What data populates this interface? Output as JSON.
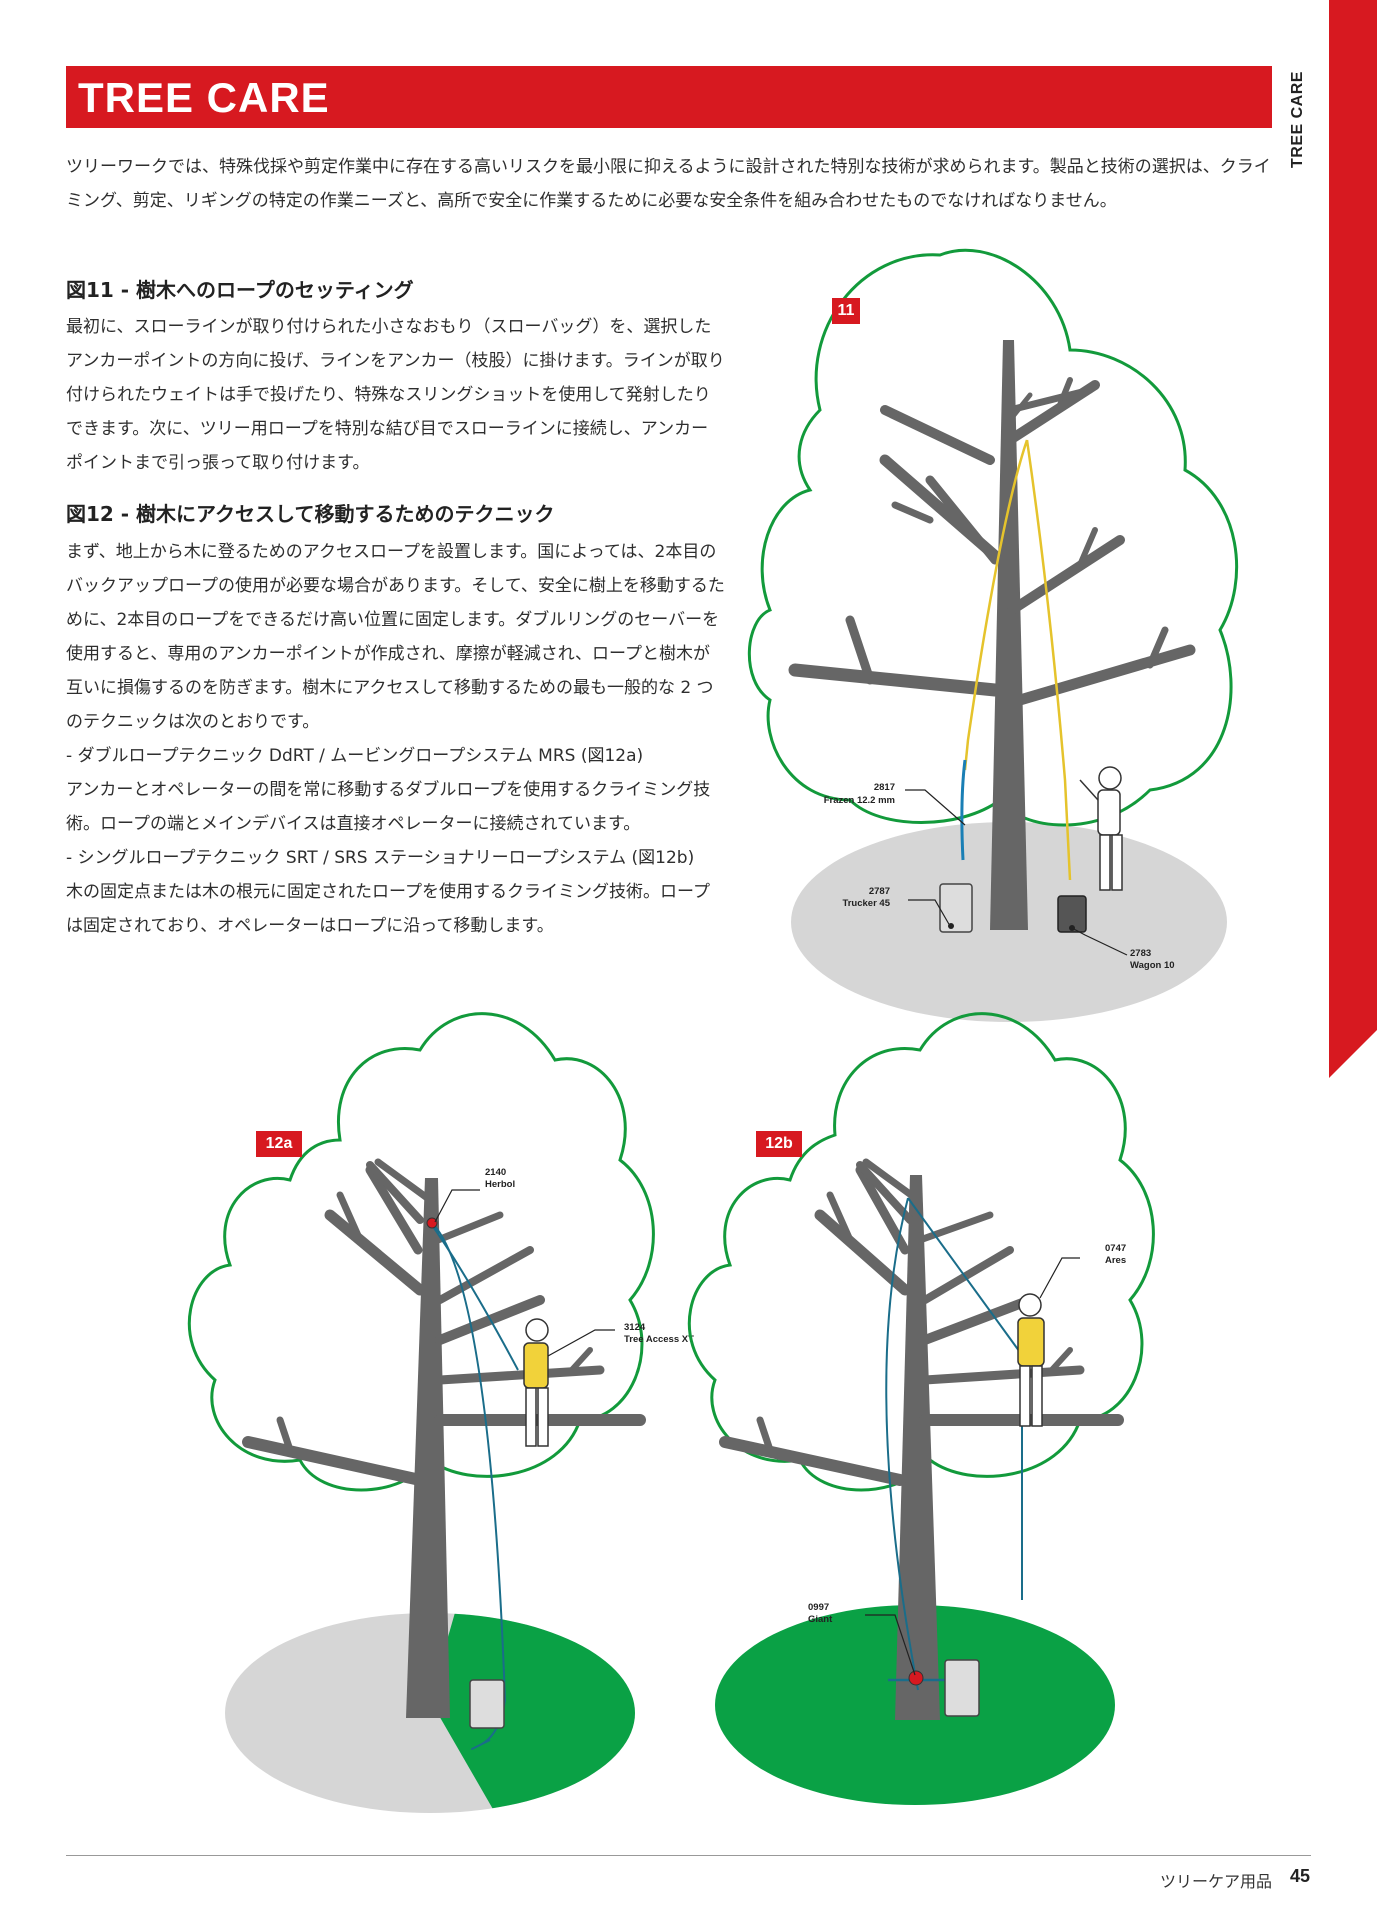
{
  "header": {
    "title": "TREE CARE",
    "side_label": "TREE CARE"
  },
  "intro": "ツリーワークでは、特殊伐採や剪定作業中に存在する高いリスクを最小限に抑えるように設計された特別な技術が求められます。製品と技術の選択は、クライミング、剪定、リギングの特定の作業ニーズと、高所で安全に作業するために必要な安全条件を組み合わせたものでなければなりません。",
  "section11": {
    "title": "図11 - 樹木へのロープのセッティング",
    "body": "最初に、スローラインが取り付けられた小さなおもり（スローバッグ）を、選択したアンカーポイントの方向に投げ、ラインをアンカー（枝股）に掛けます。ラインが取り付けられたウェイトは手で投げたり、特殊なスリングショットを使用して発射したりできます。次に、ツリー用ロープを特別な結び目でスローラインに接続し、アンカー ポイントまで引っ張って取り付けます。"
  },
  "section12": {
    "title": "図12 - 樹木にアクセスして移動するためのテクニック",
    "p1": "まず、地上から木に登るためのアクセスロープを設置します。国によっては、2本目のバックアップロープの使用が必要な場合があります。そして、安全に樹上を移動するために、2本目のロープをできるだけ高い位置に固定します。ダブルリングのセーバーを使用すると、専用のアンカーポイントが作成され、摩擦が軽減され、ロープと樹木が互いに損傷するのを防ぎます。樹木にアクセスして移動するための最も一般的な 2 つのテクニックは次のとおりです。",
    "p2": "- ダブルロープテクニック DdRT / ムービングロープシステム MRS (図12a)",
    "p3": "アンカーとオペレーターの間を常に移動するダブルロープを使用するクライミング技術。ロープの端とメインデバイスは直接オペレーターに接続されています。",
    "p4": "- シングルロープテクニック SRT / SRS ステーショナリーロープシステム (図12b)",
    "p5": "木の固定点または木の根元に固定されたロープを使用するクライミング技術。ロープは固定されており、オペレーターはロープに沿って移動します。"
  },
  "figures": {
    "fig11": {
      "label": "11",
      "callouts": [
        {
          "num": "2817",
          "name": "Frazen 12.2 mm"
        },
        {
          "num": "2787",
          "name": "Trucker 45"
        },
        {
          "num": "2783",
          "name": "Wagon 10"
        }
      ]
    },
    "fig12a": {
      "label": "12a",
      "callouts": [
        {
          "num": "2140",
          "name": "Herbol"
        },
        {
          "num": "3124",
          "name": "Tree Access XT"
        }
      ]
    },
    "fig12b": {
      "label": "12b",
      "callouts": [
        {
          "num": "0747",
          "name": "Ares"
        },
        {
          "num": "0997",
          "name": "Giant"
        }
      ]
    }
  },
  "footer": {
    "text": "ツリーケア用品",
    "page": "45"
  },
  "colors": {
    "brand_red": "#d71920",
    "canopy_green": "#129a3b",
    "ground_green": "#0aa145",
    "trunk_gray": "#666666"
  }
}
